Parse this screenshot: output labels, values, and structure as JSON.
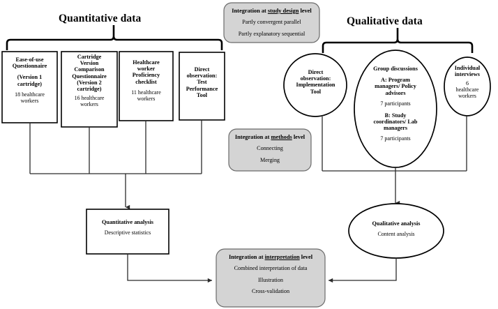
{
  "figure": {
    "type": "flowchart",
    "description": "Mixed methods study design flow diagram with quantitative and qualitative arms and three integration levels"
  },
  "headings": {
    "quantitative": "Quantitative data",
    "qualitative": "Qualitative data"
  },
  "quantitative_nodes": [
    {
      "id": "ease-of-use-questionnaire",
      "bold_lines": [
        "Ease-of-use",
        "Questionnaire",
        "(Version 1",
        "cartridge)"
      ],
      "plain_lines": [
        "18 healthcare",
        "workers"
      ]
    },
    {
      "id": "cartridge-version-comparison-questionnaire",
      "bold_lines": [
        "Cartridge",
        "Version",
        "Comparison",
        "Questionnaire",
        "(Version  2",
        "cartridge)"
      ],
      "plain_lines": [
        "16 healthcare",
        "workers"
      ]
    },
    {
      "id": "healthcare-worker-proficiency-checklist",
      "bold_lines": [
        "Healthcare",
        "worker",
        "Proficiency",
        "checklist"
      ],
      "plain_lines": [
        "11 healthcare",
        "workers"
      ]
    },
    {
      "id": "direct-observation-test-performance-tool",
      "bold_lines": [
        "Direct",
        "observation:",
        "Test",
        "Performance",
        "Tool"
      ],
      "plain_lines": []
    }
  ],
  "qualitative_nodes": [
    {
      "id": "direct-observation-implementation-tool",
      "bold_lines": [
        "Direct",
        "observation:",
        "Implementation",
        "Tool"
      ],
      "plain_lines": []
    },
    {
      "id": "group-discussions",
      "title": "Group discussions",
      "groups": [
        {
          "bold_lines": [
            "A: Program",
            "managers/ Policy",
            "advisors"
          ],
          "plain_lines": [
            "7 participants"
          ]
        },
        {
          "bold_lines": [
            "B: Study",
            "coordinators/ Lab",
            "managers"
          ],
          "plain_lines": [
            "7 participants"
          ]
        }
      ]
    },
    {
      "id": "individual-interviews",
      "bold_lines": [
        "Individual",
        "interviews"
      ],
      "plain_lines": [
        "6",
        "healthcare",
        "workers"
      ]
    }
  ],
  "analysis_nodes": {
    "quantitative": {
      "title": "Quantitative analysis",
      "subtitle": "Descriptive statistics"
    },
    "qualitative": {
      "title": "Qualitative analysis",
      "subtitle": "Content analysis"
    }
  },
  "integration_boxes": [
    {
      "id": "integration-study-design",
      "title_pre": "Integration at ",
      "title_underlined": "study design",
      "title_post": " level",
      "lines": [
        "Partly convergent parallel",
        "Partly explanatory sequential"
      ]
    },
    {
      "id": "integration-methods",
      "title_pre": "Integration at ",
      "title_underlined": "methods",
      "title_post": " level",
      "lines": [
        "Connecting",
        "Merging"
      ]
    },
    {
      "id": "integration-interpretation",
      "title_pre": "Integration at ",
      "title_underlined": "interpretation",
      "title_post": " level",
      "lines": [
        "Combined interpretation of data",
        "Illustration",
        "Cross-validation"
      ]
    }
  ],
  "colors": {
    "stroke": "#000000",
    "integration_fill": "#d4d4d4",
    "integration_stroke": "#6b6b6b",
    "background": "#ffffff",
    "connector": "#2b2b2b"
  }
}
